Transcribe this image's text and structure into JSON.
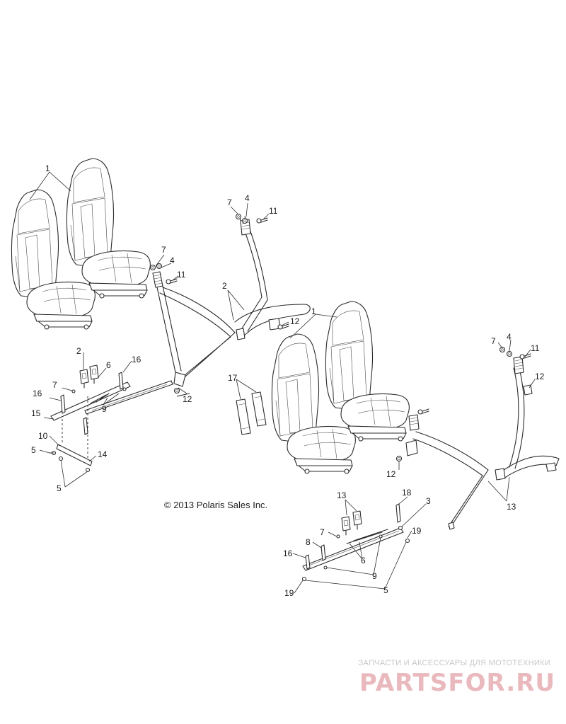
{
  "copyright": "© 2013 Polaris Sales Inc.",
  "watermark": {
    "subtitle": "ЗАПЧАСТИ И АКСЕССУАРЫ ДЛЯ МОТОТЕХНИКИ",
    "brand": "PARTSFOR.RU",
    "color": "#e9b9bd"
  },
  "callouts": [
    {
      "id": "c1a",
      "label": "1"
    },
    {
      "id": "c7a",
      "label": "7"
    },
    {
      "id": "c4a",
      "label": "4"
    },
    {
      "id": "c11a",
      "label": "11"
    },
    {
      "id": "c2a",
      "label": "2"
    },
    {
      "id": "c12a",
      "label": "12"
    },
    {
      "id": "c7b",
      "label": "7"
    },
    {
      "id": "c4b",
      "label": "4"
    },
    {
      "id": "c11b",
      "label": "11"
    },
    {
      "id": "c12b",
      "label": "12"
    },
    {
      "id": "c2b",
      "label": "2"
    },
    {
      "id": "c6a",
      "label": "6"
    },
    {
      "id": "c16a",
      "label": "16"
    },
    {
      "id": "c16b",
      "label": "16"
    },
    {
      "id": "c7c",
      "label": "7"
    },
    {
      "id": "c9a",
      "label": "9"
    },
    {
      "id": "c15",
      "label": "15"
    },
    {
      "id": "c10",
      "label": "10"
    },
    {
      "id": "c5a",
      "label": "5"
    },
    {
      "id": "c14",
      "label": "14"
    },
    {
      "id": "c5b",
      "label": "5"
    },
    {
      "id": "c17",
      "label": "17"
    },
    {
      "id": "c1b",
      "label": "1"
    },
    {
      "id": "c7d",
      "label": "7"
    },
    {
      "id": "c4c",
      "label": "4"
    },
    {
      "id": "c11c",
      "label": "11"
    },
    {
      "id": "c12c",
      "label": "12"
    },
    {
      "id": "c12d",
      "label": "12"
    },
    {
      "id": "c13a",
      "label": "13"
    },
    {
      "id": "c13b",
      "label": "13"
    },
    {
      "id": "c18",
      "label": "18"
    },
    {
      "id": "c3",
      "label": "3"
    },
    {
      "id": "c7e",
      "label": "7"
    },
    {
      "id": "c19a",
      "label": "19"
    },
    {
      "id": "c8",
      "label": "8"
    },
    {
      "id": "c16c",
      "label": "16"
    },
    {
      "id": "c6b",
      "label": "6"
    },
    {
      "id": "c9b",
      "label": "9"
    },
    {
      "id": "c19b",
      "label": "19"
    },
    {
      "id": "c5c",
      "label": "5"
    }
  ]
}
